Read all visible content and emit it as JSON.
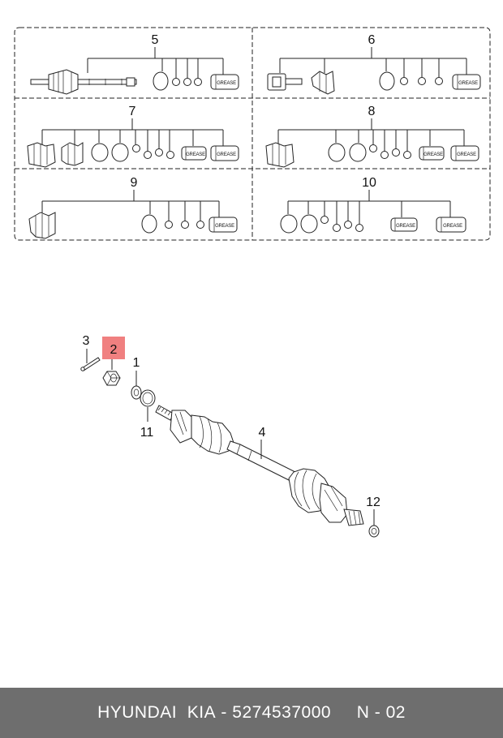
{
  "kit_panels": [
    {
      "label": "5"
    },
    {
      "label": "6"
    },
    {
      "label": "7"
    },
    {
      "label": "8"
    },
    {
      "label": "9"
    },
    {
      "label": "10"
    }
  ],
  "grease_label": "GREASE",
  "callouts": {
    "c1": "1",
    "c2": "2",
    "c3": "3",
    "c4": "4",
    "c11": "11",
    "c12": "12"
  },
  "highlight_color": "#f08080",
  "footer": {
    "brand": "HYUNDAI  KIA",
    "separator": " - ",
    "part_number": "5274537000",
    "position_code": "N - 02"
  }
}
